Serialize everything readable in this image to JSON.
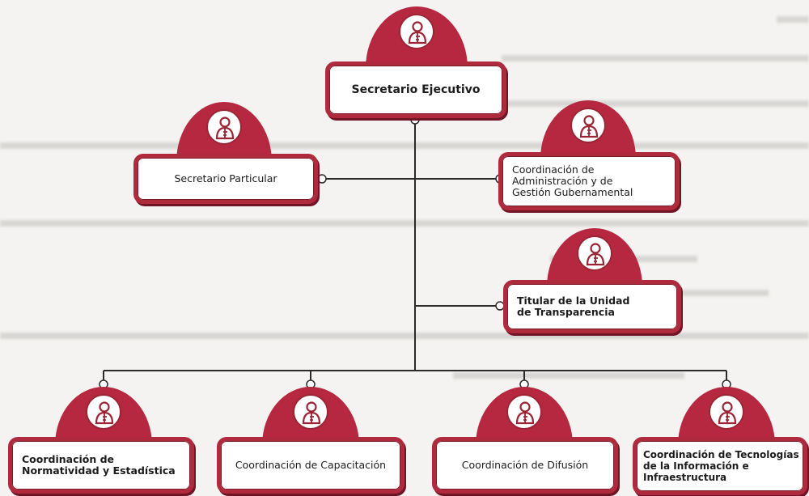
{
  "chart": {
    "root": {
      "label": "Secretario Ejecutivo"
    },
    "staff_left": {
      "label": "Secretario Particular"
    },
    "staff_right": {
      "label": "Coordinación de Administración y de Gestión Gubernamental"
    },
    "staff_middle": {
      "label": "Titular de la Unidad de Transparencia"
    },
    "departments": [
      {
        "label": "Coordinación de Normatividad y Estadística"
      },
      {
        "label": "Coordinación de Capacitación"
      },
      {
        "label": "Coordinación de Difusión"
      },
      {
        "label": "Coordinación de Tecnologías de la Información e Infraestructura"
      }
    ]
  },
  "colors": {
    "box_border": "#b02a3e",
    "dome": "#b6283f",
    "line": "#2a2a2a",
    "background": "#f4f3f1"
  },
  "icons": {
    "person": "person-icon"
  }
}
